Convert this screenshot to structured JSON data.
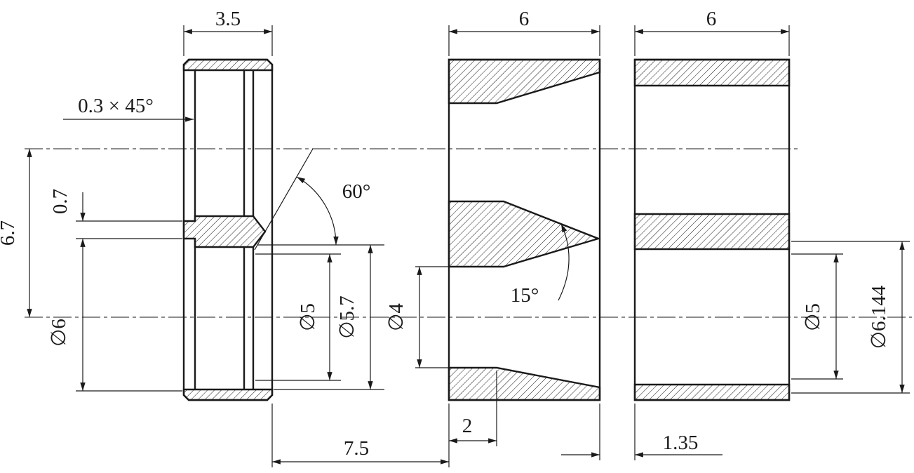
{
  "page": {
    "background": "#ffffff",
    "ink": "#1a1a1a"
  },
  "drawing": {
    "type": "technical-section-drawing",
    "views": [
      {
        "id": "left-part",
        "width": "3.5"
      },
      {
        "id": "middle-part",
        "width": "6"
      },
      {
        "id": "right-part",
        "width": "6"
      }
    ],
    "labels": {
      "left_width": "3.5",
      "middle_width": "6",
      "right_width": "6",
      "chamfer": "0.3 × 45°",
      "cone_angle": "60°",
      "axis_distance": "6.7",
      "step_height": "0.7",
      "outer_dia": "∅6",
      "left_bore_dia": "∅5",
      "left_counterbore_dia": "∅5.7",
      "middle_bore_dia": "∅4",
      "taper_angle": "15°",
      "right_bore_dia": "∅5",
      "right_outer_dia": "∅6.144",
      "left_to_middle_distance": "7.5",
      "land_length": "2",
      "gap": "1.35"
    }
  }
}
